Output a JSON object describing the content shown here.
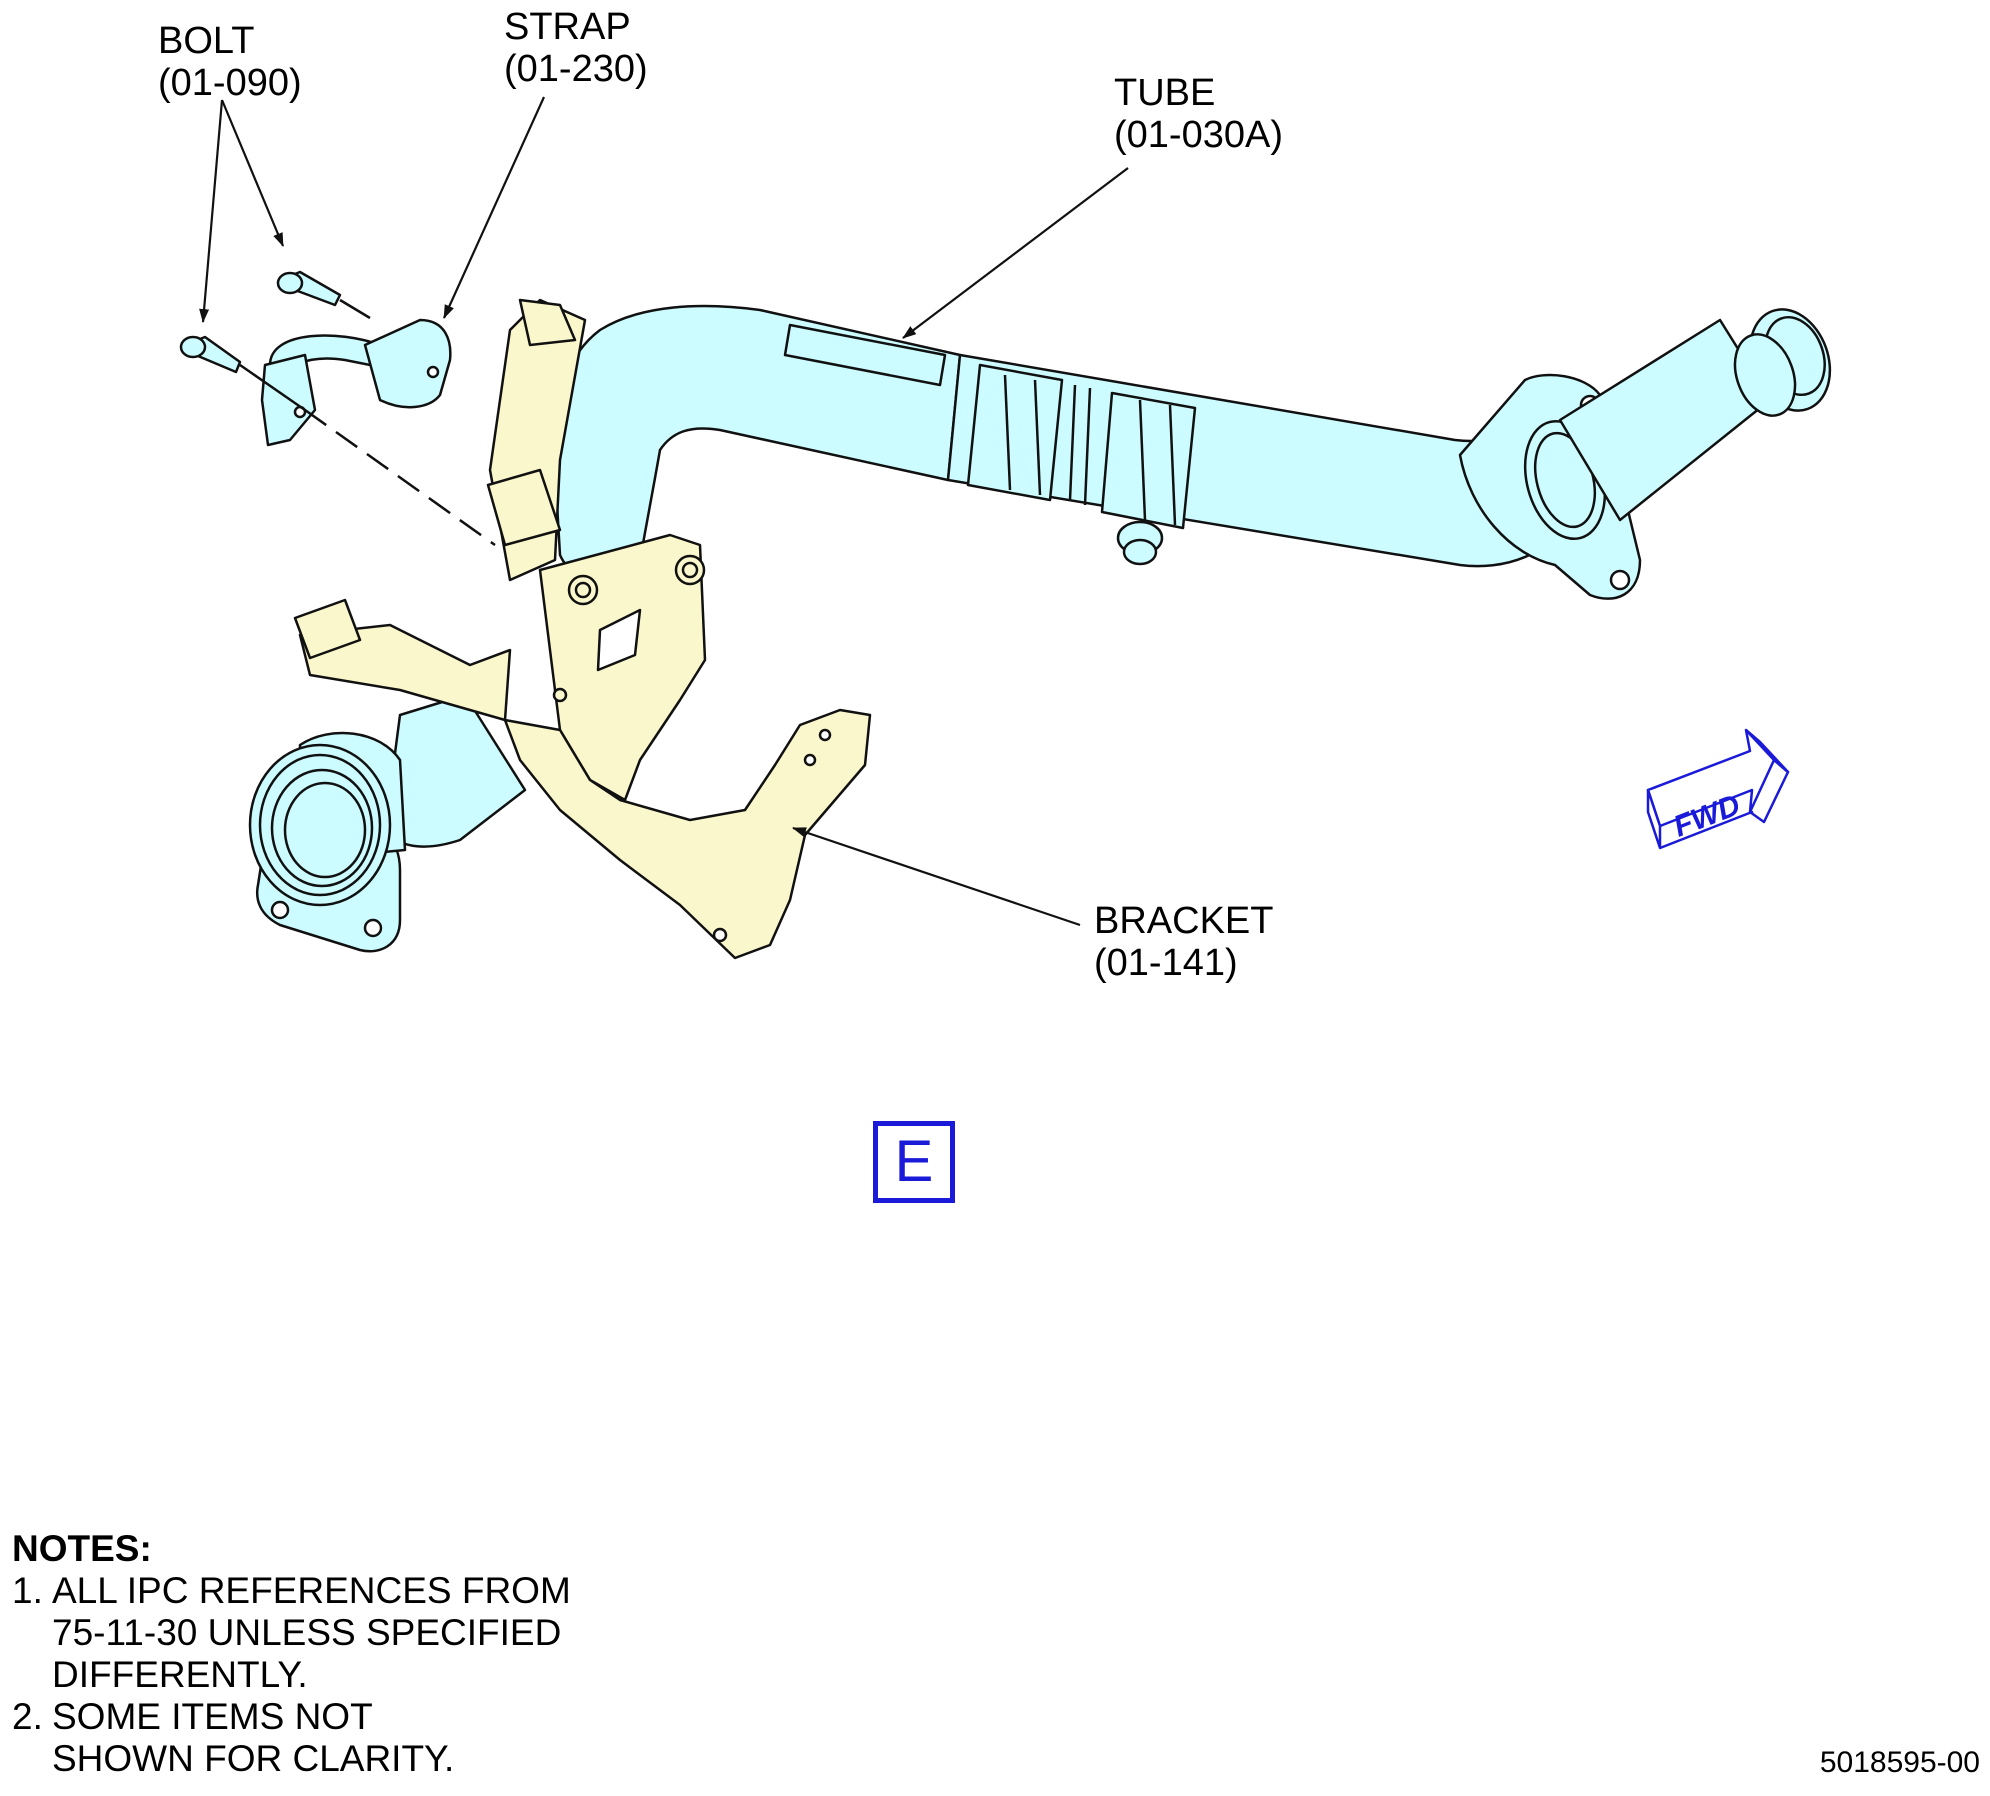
{
  "callouts": {
    "bolt": {
      "name": "BOLT",
      "ref": "(01-090)"
    },
    "strap": {
      "name": "STRAP",
      "ref": "(01-230)"
    },
    "tube": {
      "name": "TUBE",
      "ref": "(01-030A)"
    },
    "bracket": {
      "name": "BRACKET",
      "ref": "(01-141)"
    }
  },
  "view_label": "E",
  "fwd_label": "FWD",
  "notes": {
    "heading": "NOTES:",
    "items": [
      {
        "number": "1.",
        "lines": [
          "ALL IPC REFERENCES FROM",
          "75-11-30 UNLESS SPECIFIED",
          "DIFFERENTLY."
        ]
      },
      {
        "number": "2.",
        "lines": [
          "SOME ITEMS NOT",
          "SHOWN FOR CLARITY."
        ]
      }
    ]
  },
  "drawing_number": "5018595-00",
  "colors": {
    "tube_fill": "#ccfcff",
    "bracket_fill": "#fbf7cc",
    "outline": "#111111",
    "fwd_blue": "#1a1ad8",
    "view_label_blue": "#1a1ad8"
  }
}
